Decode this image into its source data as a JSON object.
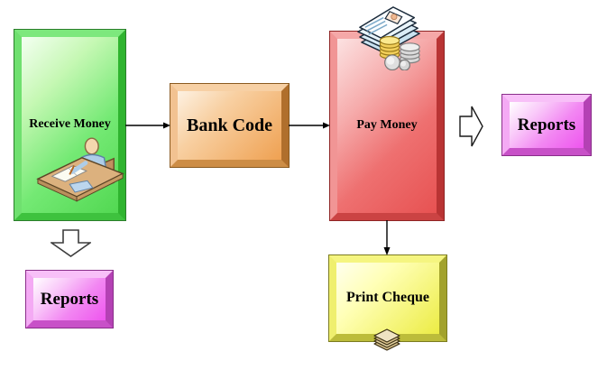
{
  "diagram": {
    "background": "#ffffff",
    "nodes": {
      "receive_money": {
        "label": "Receive Money",
        "fill": "#52d852",
        "icon": "person-at-desk-icon"
      },
      "bank_code": {
        "label": "Bank Code",
        "fill": "#efa152"
      },
      "pay_money": {
        "label": "Pay Money",
        "fill": "#e75252",
        "icon": "documents-and-coins-icon"
      },
      "print_cheque": {
        "label": "Print Cheque",
        "fill": "#ecec44",
        "icon": "cheque-stack-icon"
      },
      "reports_left": {
        "label": "Reports",
        "fill": "#ee55ee"
      },
      "reports_right": {
        "label": "Reports",
        "fill": "#ee55ee"
      }
    },
    "connections": [
      {
        "from": "receive_money",
        "to": "bank_code",
        "style": "solid-arrow",
        "direction": "right"
      },
      {
        "from": "bank_code",
        "to": "pay_money",
        "style": "solid-arrow",
        "direction": "right"
      },
      {
        "from": "pay_money",
        "to": "print_cheque",
        "style": "solid-arrow",
        "direction": "down"
      },
      {
        "from": "receive_money",
        "to": "reports_left",
        "style": "hollow-block-arrow",
        "direction": "down"
      },
      {
        "from": "pay_money",
        "to": "reports_right",
        "style": "hollow-block-arrow",
        "direction": "right"
      }
    ]
  }
}
